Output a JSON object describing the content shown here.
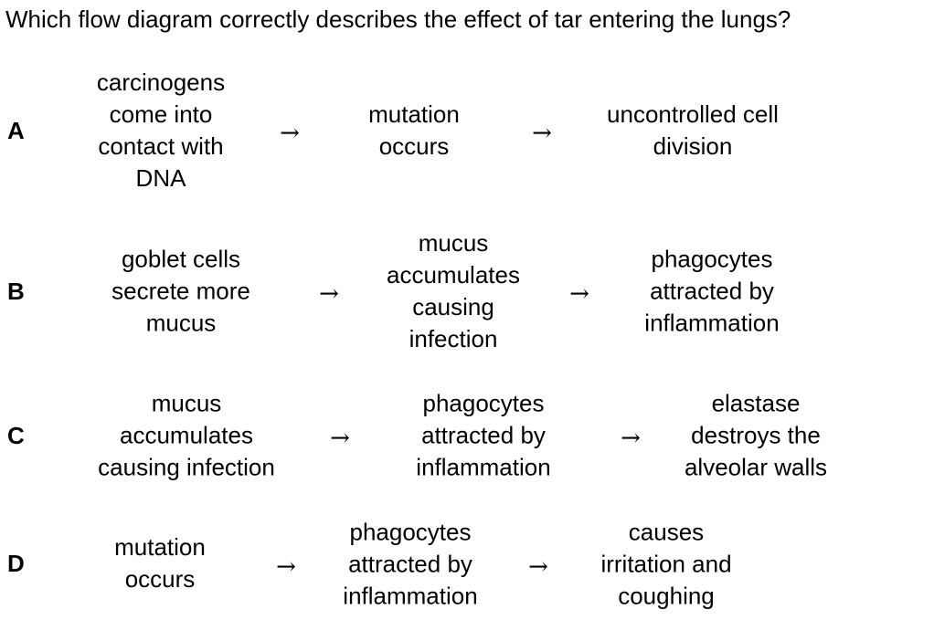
{
  "question": "Which flow diagram correctly describes the effect of tar entering the lungs?",
  "arrow_symbol": "→",
  "options": [
    {
      "letter": "A",
      "steps": [
        "carcinogens\ncome into\ncontact with\nDNA",
        "mutation\noccurs",
        "uncontrolled cell\ndivision"
      ]
    },
    {
      "letter": "B",
      "steps": [
        "goblet cells\nsecrete more\nmucus",
        "mucus\naccumulates\ncausing\ninfection",
        "phagocytes\nattracted by\ninflammation"
      ]
    },
    {
      "letter": "C",
      "steps": [
        "mucus\naccumulates\ncausing infection",
        "phagocytes\nattracted by\ninflammation",
        "elastase\ndestroys the\nalveolar walls"
      ]
    },
    {
      "letter": "D",
      "steps": [
        "mutation\noccurs",
        "phagocytes\nattracted by\ninflammation",
        "causes\nirritation and\ncoughing"
      ]
    }
  ]
}
